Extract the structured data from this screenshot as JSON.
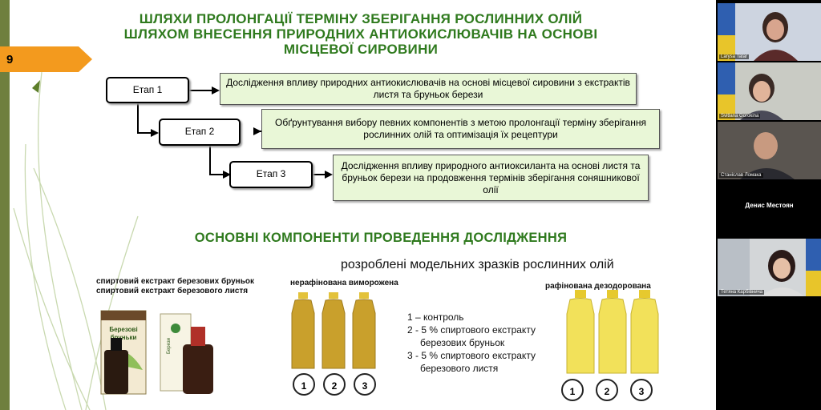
{
  "slide": {
    "page_number": "9",
    "title_lines": [
      "ШЛЯХИ ПРОЛОНГАЦІЇ ТЕРМІНУ ЗБЕРІГАННЯ РОСЛИННИХ ОЛІЙ",
      "ШЛЯХОМ ВНЕСЕННЯ ПРИРОДНИХ АНТИОКИСЛЮВАЧІВ НА ОСНОВІ",
      "МІСЦЕВОЇ СИРОВИНИ"
    ],
    "stages": [
      {
        "label": "Етап 1",
        "text": "Дослідження впливу природних антиокислювачів на основі місцевої сировини з екстрактів листя та бруньок берези"
      },
      {
        "label": "Етап 2",
        "text": "Обґрунтування вибору певних компонентів з метою пролонгації терміну зберігання рослинних олій та оптимізація їх  рецептури"
      },
      {
        "label": "Етап 3",
        "text": "Дослідження впливу природного антиоксиланта на основі листя та бруньок берези на продовження термінів зберігання соняшникової олії"
      }
    ],
    "section_title": "ОСНОВНІ КОМПОНЕНТИ ПРОВЕДЕННЯ ДОСЛІДЖЕННЯ",
    "samples_title": "розроблені модельних зразків рослинних олій",
    "extract_labels": [
      "спиртовий екстракт березових бруньок",
      "спиртовий екстракт березового листя"
    ],
    "unrefined_label": "нерафінована виморожена",
    "refined_label": "рафінована дезодорована",
    "legend": [
      "1 – контроль",
      "2 - 5 % спиртового екстракту",
      "березових бруньок",
      "3 - 5 % спиртового екстракту",
      "березового листя"
    ],
    "sample_numbers": [
      "1",
      "2",
      "3"
    ],
    "package_text": {
      "box1_line1": "Березові",
      "box1_line2": "бруньки",
      "box2": "Берези"
    }
  },
  "participants": [
    {
      "name": "Larysa Tatar"
    },
    {
      "name": "Svitlana Gorokina"
    },
    {
      "name": "Станіслав Ломака"
    },
    {
      "name": "Денис Местоян"
    },
    {
      "name": "Тетяна Карбівнича"
    }
  ],
  "colors": {
    "title_green": "#2f7a1e",
    "stage_fill": "#e9f7d7",
    "tab_orange": "#f39a1e",
    "stripe": "#6f7f3e"
  }
}
